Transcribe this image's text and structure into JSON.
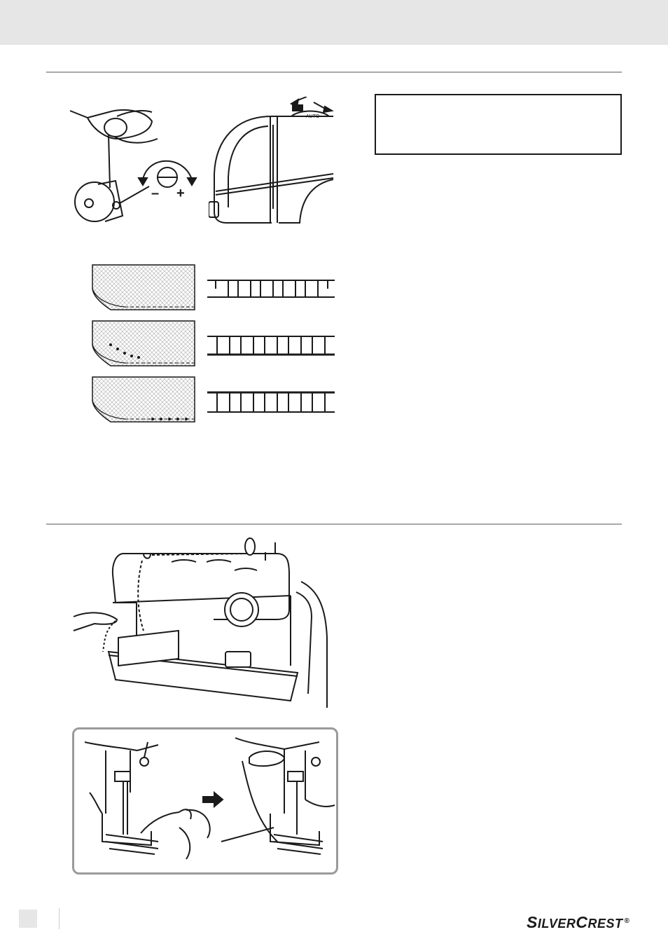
{
  "figures": {
    "tension_dial": {
      "minus_label": "–",
      "plus_label": "+"
    },
    "machine_side": {
      "auto_label": "AUTO"
    }
  },
  "footer": {
    "page_number": "",
    "brand": {
      "s": "S",
      "ilver": "ILVER",
      "c": "C",
      "rest": "REST",
      "registered": "®"
    }
  }
}
